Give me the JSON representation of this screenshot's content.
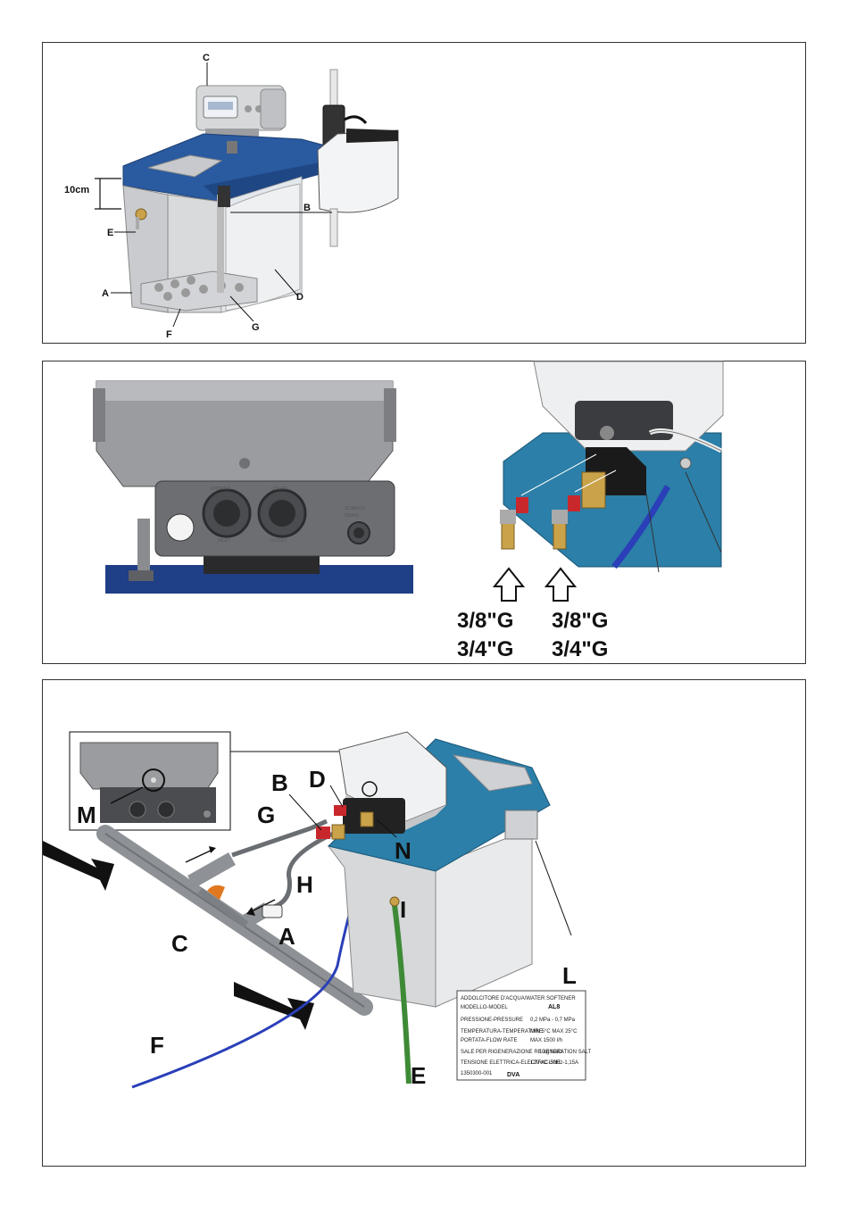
{
  "panel1": {
    "labels": {
      "a": "A",
      "b": "B",
      "c": "C",
      "d": "D",
      "e": "E",
      "f": "F",
      "g": "G"
    },
    "dimension": "10cm"
  },
  "panel2": {
    "valve_head": {
      "inlet_it": "ENTRATA",
      "inlet_en": "INLET",
      "outlet_it": "USCITA",
      "outlet_en": "OUTLET",
      "drain_it": "SCARICO",
      "drain_en": "DRAIN"
    },
    "fittings": {
      "left_line1": "3/8\"G",
      "left_line2": "3/4\"G",
      "right_line1": "3/8\"G",
      "right_line2": "3/4\"G"
    }
  },
  "panel3": {
    "labels": {
      "a": "A",
      "b": "B",
      "c": "C",
      "d": "D",
      "e": "E",
      "f": "F",
      "g": "G",
      "h": "H",
      "i": "I",
      "l": "L",
      "m": "M",
      "n": "N"
    },
    "plate": {
      "title": "ADDOLCITORE D'ACQUA/WATER SOFTENER",
      "model_label": "MODELLO-MODEL",
      "model_value": "AL8",
      "pressure_label": "PRESSIONE-PRESSURE",
      "pressure_value": "0,2 MPa - 0,7 MPa",
      "temperature_label": "TEMPERATURA-TEMPERATURE",
      "temperature_value": "MIN 5°C MAX 25°C",
      "flow_label": "PORTATA-FLOW RATE",
      "flow_value": "MAX 1500 l/h",
      "salt_label": "SALE PER RIGENERAZIONE REGENERATION SALT",
      "salt_value": "1 kg NaCl",
      "power_label": "TENSIONE ELETTRICA-ELECTRIC LINE",
      "power_value": "12V AC-50Hz-1,15A",
      "serial": "1350300-001",
      "brand": "DVA"
    }
  },
  "colors": {
    "cap_blue": "#2a5aa0",
    "cap_teal": "#2b7fa8",
    "body_grey": "#cfd1d4",
    "valve_red": "#c8282c",
    "hose_blue": "#2a3fb8",
    "hose_green": "#3e8a36",
    "pipe_grey": "#8e9296",
    "brass": "#c9a24a"
  }
}
